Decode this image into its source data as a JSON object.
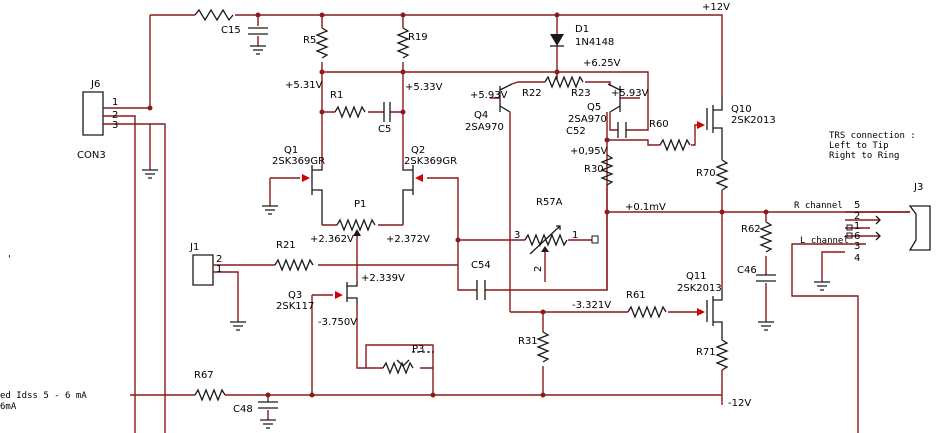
{
  "supply": {
    "pos": "+12V",
    "neg": "-12V"
  },
  "labels": {
    "C15": "C15",
    "R5": "R5",
    "R19": "R19",
    "D1": "D1",
    "D1_part": "1N4148",
    "v_625": "+6.25V",
    "v_531": "+5.31V",
    "v_533": "+5.33V",
    "R1": "R1",
    "C5": "C5",
    "Q1": "Q1",
    "Q1_part": "2SK369GR",
    "Q2": "Q2",
    "Q2_part": "2SK369GR",
    "P1": "P1",
    "v_2362": "+2.362V",
    "v_2372": "+2.372V",
    "v_593a": "+5.93V",
    "R22": "R22",
    "R23": "R23",
    "v_593b": "+5.93V",
    "Q4": "Q4",
    "Q4_part": "2SA970",
    "Q5": "Q5",
    "Q5_part": "2SA970",
    "C52": "C52",
    "R60": "R60",
    "Q10": "Q10",
    "Q10_part": "2SK2013",
    "v_095": "+0,95V",
    "R30": "R30",
    "R70": "R70",
    "R57A": "R57A",
    "pin3": "3",
    "pin1": "1",
    "pin2": "2",
    "v_01": "+0.1mV",
    "R62": "R62",
    "C46": "C46",
    "Q11": "Q11",
    "Q11_part": "2SK2013",
    "v_3321": "-3.321V",
    "R61": "R61",
    "R31": "R31",
    "R71": "R71",
    "J1": "J1",
    "J1_p2": "2",
    "J1_p1": "1",
    "R21": "R21",
    "C54": "C54",
    "Q3": "Q3",
    "Q3_part": "2SK117",
    "v_2339": "+2.339V",
    "v_3750": "-3.750V",
    "P3": "P3",
    "R67": "R67",
    "C48": "C48",
    "J6": "J6",
    "J6_part": "CON3",
    "J6_p1": "1",
    "J6_p2": "2",
    "J6_p3": "3",
    "J3": "J3",
    "trs1": "TRS connection :",
    "trs2": "Left to Tip",
    "trs3": "Right to Ring",
    "r_channel": "R channel",
    "l_channel": "L channel",
    "j3_5": "5",
    "j3_2": "2",
    "j3_1": "1",
    "j3_6": "6",
    "j3_3": "3",
    "j3_4": "4",
    "note1": "ed Idss 5 - 6 mA",
    "note2": "6mA",
    "tick": "'"
  }
}
